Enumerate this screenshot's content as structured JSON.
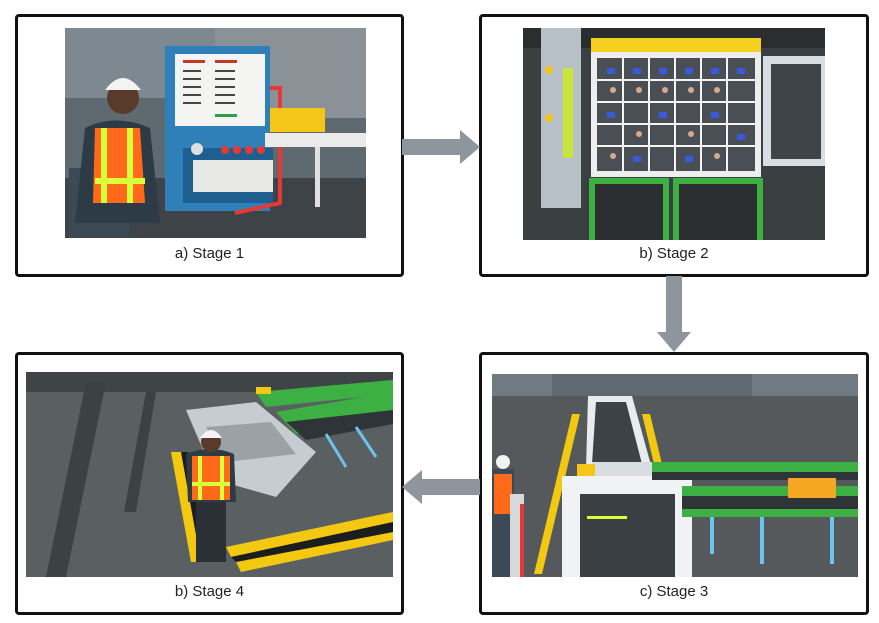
{
  "stages": [
    {
      "id": "stage-1",
      "caption": "a) Stage 1"
    },
    {
      "id": "stage-2",
      "caption": "b) Stage 2"
    },
    {
      "id": "stage-3",
      "caption": "c) Stage 3"
    },
    {
      "id": "stage-4",
      "caption": "b) Stage 4"
    }
  ],
  "arrows": [
    {
      "from": "stage-1",
      "to": "stage-2",
      "direction": "right"
    },
    {
      "from": "stage-2",
      "to": "stage-3",
      "direction": "down"
    },
    {
      "from": "stage-3",
      "to": "stage-4",
      "direction": "left"
    }
  ],
  "colors": {
    "panel_border": "#111111",
    "arrow": "#8e959c",
    "safety_vest": "#ff6a1a",
    "vest_stripe": "#d8ff3a",
    "conveyor_green": "#3cb043",
    "hazard_yellow": "#f2c811"
  }
}
